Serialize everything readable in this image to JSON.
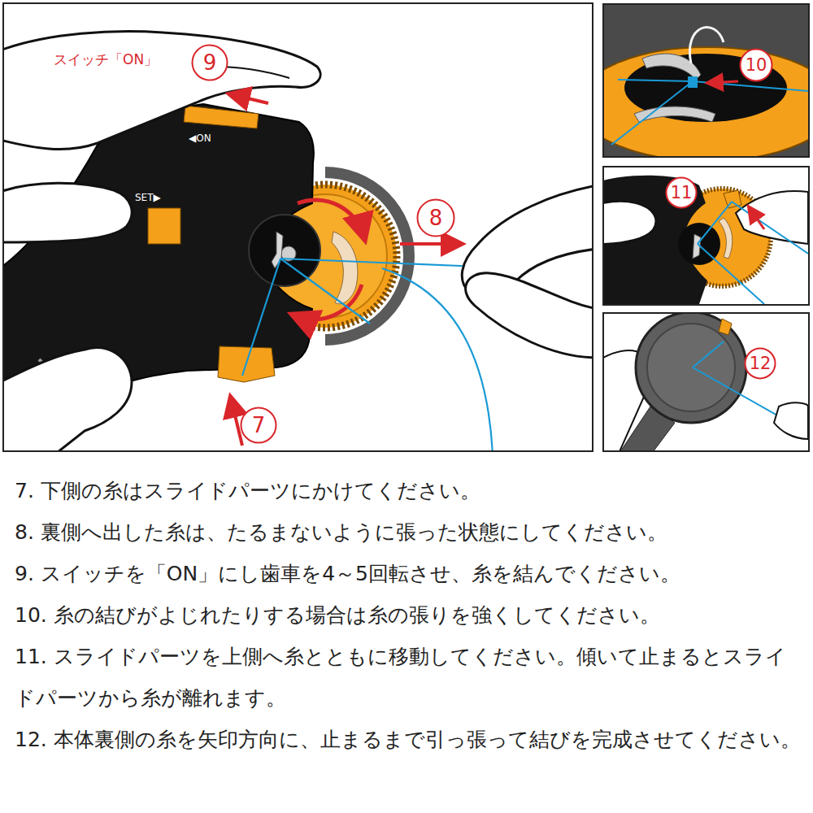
{
  "diagram": {
    "nodes": [
      {
        "text": [
          "9"
        ]
      },
      {
        "text": [
          "8"
        ]
      },
      {
        "text": [
          "7"
        ]
      },
      {
        "text": [
          "10"
        ]
      },
      {
        "text": [
          "11"
        ]
      },
      {
        "text": [
          "12"
        ]
      }
    ],
    "labels": [
      "スイッチ「ON」",
      "◀ON",
      "SET▶",
      "7. 下側の糸はスライドパーツにかけてください。",
      "8. 裏側へ出した糸は、たるまないように張った状態にしてください。",
      "9. スイッチを「ON」にし歯車を4～5回転させ、糸を結んでください。",
      "10. 糸の結びがよじれたりする場合は糸の張りを強くしてください。",
      "11. スライドパーツを上側へ糸とともに移動してください。傾いて止まるとスライドパーツから糸が離れます。",
      "12. 本体裏側の糸を矢印方向に、止まるまで引っ張って結びを完成させてください。"
    ]
  }
}
